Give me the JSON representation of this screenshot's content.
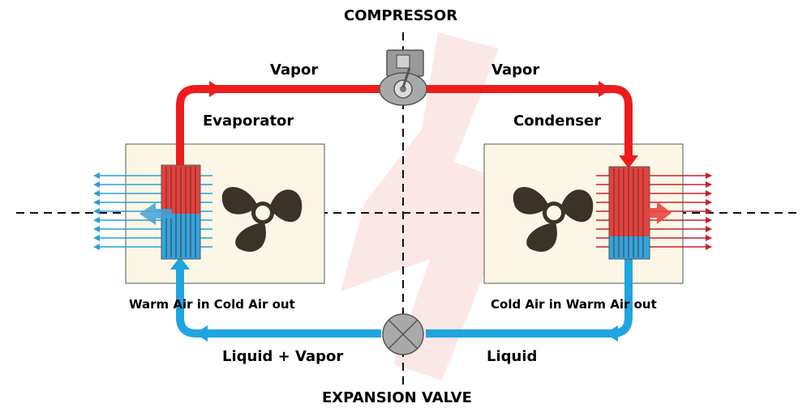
{
  "labels": {
    "compressor": "COMPRESSOR",
    "expansion_valve": "EXPANSION VALVE",
    "vapor_left": "Vapor",
    "vapor_right": "Vapor",
    "evaporator": "Evaporator",
    "condenser": "Condenser",
    "evaporator_air": "Warm Air in Cold Air out",
    "condenser_air": "Cold Air in Warm Air out",
    "liquid_vapor": "Liquid + Vapor",
    "liquid": "Liquid"
  },
  "colors": {
    "hot_pipe": "#ee1c1c",
    "cold_pipe": "#1fa4e0",
    "panel": "#fbf6e6",
    "fan": "#3b3326",
    "watermark": "#fbe3e3",
    "hot_air": "#c8202a",
    "cold_air": "#2a9fd6"
  },
  "icons": [
    "compressor-icon",
    "expansion-valve-icon",
    "fan-icon"
  ]
}
